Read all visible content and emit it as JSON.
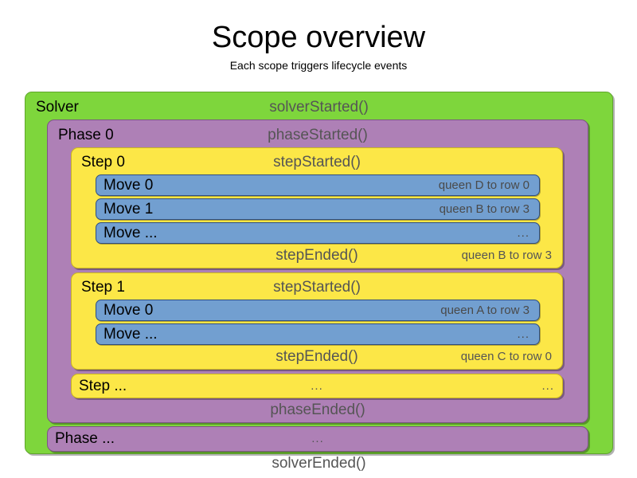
{
  "header": {
    "title": "Scope overview",
    "subtitle": "Each scope triggers lifecycle events"
  },
  "colors": {
    "solver": "#7ED63C",
    "phase": "#AE80B6",
    "step": "#FCE747",
    "move": "#729FD0",
    "event_text": "#555555",
    "label_text": "#000000",
    "background": "#ffffff"
  },
  "solver": {
    "label": "Solver",
    "started_event": "solverStarted()",
    "ended_event": "solverEnded()",
    "phases": [
      {
        "label": "Phase 0",
        "started_event": "phaseStarted()",
        "ended_event": "phaseEnded()",
        "steps": [
          {
            "label": "Step 0",
            "started_event": "stepStarted()",
            "ended_event": "stepEnded()",
            "ended_value": "queen B to row 3",
            "moves": [
              {
                "label": "Move 0",
                "value": "queen D to row 0"
              },
              {
                "label": "Move 1",
                "value": "queen B to row 3"
              },
              {
                "label": "Move ...",
                "value": "..."
              }
            ]
          },
          {
            "label": "Step 1",
            "started_event": "stepStarted()",
            "ended_event": "stepEnded()",
            "ended_value": "queen C to row 0",
            "moves": [
              {
                "label": "Move 0",
                "value": "queen A to row 3"
              },
              {
                "label": "Move ...",
                "value": "..."
              }
            ]
          },
          {
            "label": "Step ...",
            "started_event": "...",
            "ended_value": "..."
          }
        ]
      },
      {
        "label": "Phase ...",
        "started_event": "..."
      }
    ]
  }
}
